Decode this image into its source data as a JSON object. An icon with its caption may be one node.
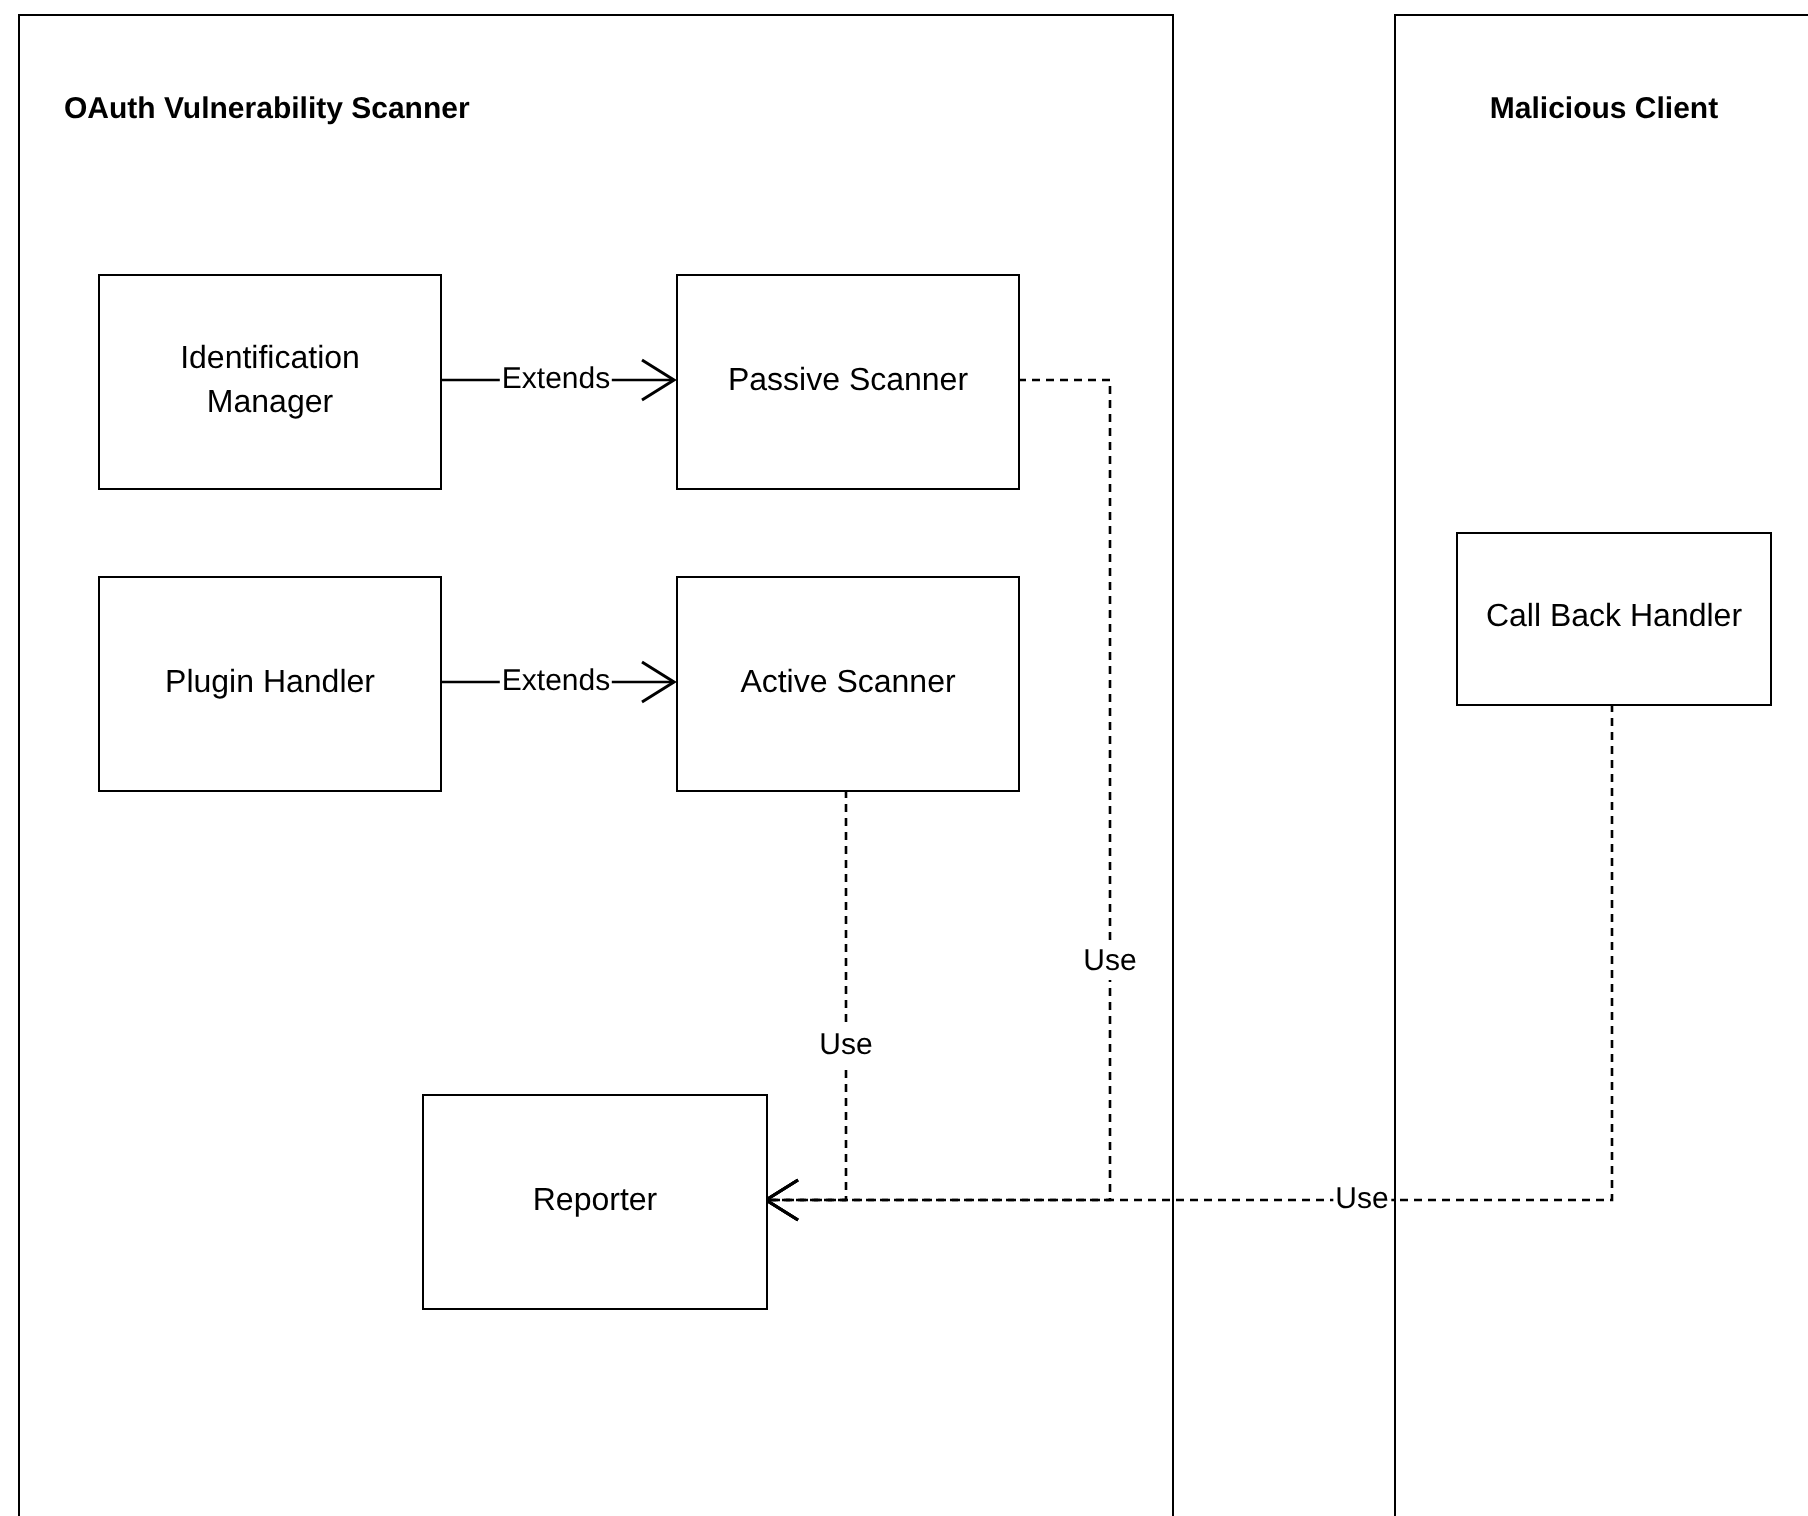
{
  "diagram": {
    "nodes": [
      {
        "text": [
          "OAuth Vulnerability Scanner"
        ]
      },
      {
        "text": [
          "Identification Manager"
        ],
        "in": 0
      },
      {
        "text": [
          "Passive Scanner"
        ],
        "in": 0
      },
      {
        "text": [
          "Plugin Handler"
        ],
        "in": 0
      },
      {
        "text": [
          "Active Scanner"
        ],
        "in": 0
      },
      {
        "text": [
          "Reporter"
        ],
        "in": 0
      },
      {
        "text": [
          "Malicious Client"
        ]
      },
      {
        "text": [
          "Call Back Handler"
        ],
        "in": 6
      }
    ],
    "edges": [
      {
        "from": 1,
        "to": 2,
        "arrow": "to",
        "label": "Extends"
      },
      {
        "from": 3,
        "to": 4,
        "arrow": "to",
        "label": "Extends"
      },
      {
        "from": 4,
        "to": 5,
        "arrow": "to",
        "label": "Use",
        "style": "dashed"
      },
      {
        "from": 2,
        "to": 5,
        "arrow": "to",
        "label": "Use",
        "style": "dashed"
      },
      {
        "from": 7,
        "to": 5,
        "arrow": "to",
        "label": "Use",
        "style": "dashed"
      }
    ]
  }
}
